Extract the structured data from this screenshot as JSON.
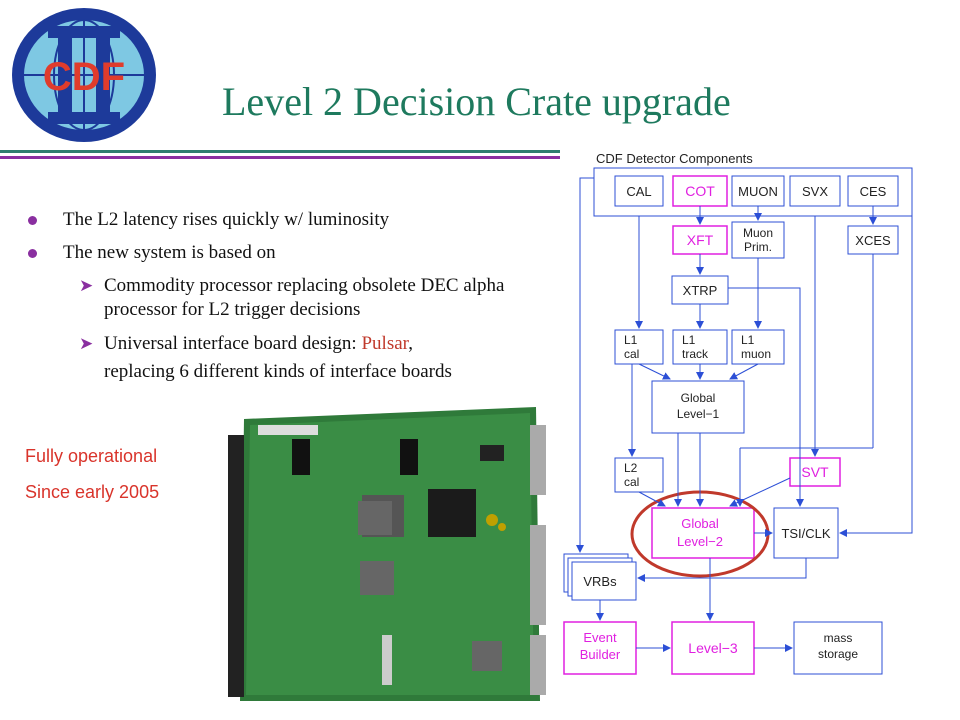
{
  "logo": {
    "text": "CDF"
  },
  "title": "Level 2 Decision Crate upgrade",
  "bullets": [
    {
      "text": "The L2 latency rises quickly w/ luminosity"
    },
    {
      "text": "The new system is based on"
    }
  ],
  "sub_bullets": [
    {
      "text": "Commodity processor replacing obsolete DEC alpha processor for L2 trigger decisions"
    },
    {
      "prefix": "Universal interface board design: ",
      "highlight": "Pulsar",
      "suffix": ",",
      "continuation": "replacing 6 different kinds of interface boards"
    }
  ],
  "note": {
    "line1": "Fully operational",
    "line2": "Since early 2005"
  },
  "diagram": {
    "title": "CDF Detector Components",
    "boxes": {
      "cal": "CAL",
      "cot": "COT",
      "muon": "MUON",
      "svx": "SVX",
      "ces": "CES",
      "xft": "XFT",
      "muon_prim_1": "Muon",
      "muon_prim_2": "Prim.",
      "xces": "XCES",
      "xtrp": "XTRP",
      "l1cal_1": "L1",
      "l1cal_2": "cal",
      "l1track_1": "L1",
      "l1track_2": "track",
      "l1muon_1": "L1",
      "l1muon_2": "muon",
      "global1_1": "Global",
      "global1_2": "Level−1",
      "l2cal_1": "L2",
      "l2cal_2": "cal",
      "svt": "SVT",
      "global2_1": "Global",
      "global2_2": "Level−2",
      "tsi": "TSI/CLK",
      "vrbs": "VRBs",
      "event_1": "Event",
      "event_2": "Builder",
      "level3": "Level−3",
      "mass_1": "mass",
      "mass_2": "storage"
    }
  },
  "colors": {
    "title": "#1e7a5e",
    "accent": "#8a2fa0",
    "highlight": "#c0392b",
    "magenta": "#e020e0",
    "blue": "#2c4fd6",
    "teal": "#2e7d6f"
  }
}
